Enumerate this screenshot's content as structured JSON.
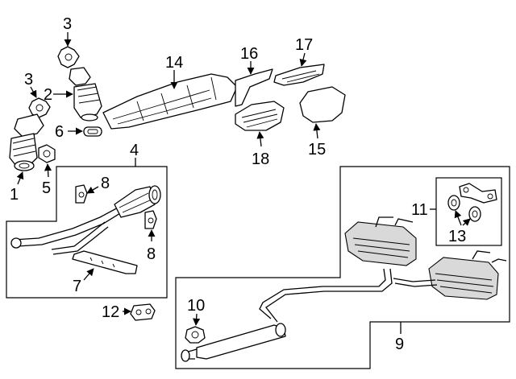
{
  "callouts": {
    "c1": "1",
    "c2": "2",
    "c3a": "3",
    "c3b": "3",
    "c4": "4",
    "c5": "5",
    "c6": "6",
    "c7": "7",
    "c8a": "8",
    "c8b": "8",
    "c9": "9",
    "c10": "10",
    "c11": "11",
    "c12": "12",
    "c13": "13",
    "c14": "14",
    "c15": "15",
    "c16": "16",
    "c17": "17",
    "c18": "18"
  }
}
